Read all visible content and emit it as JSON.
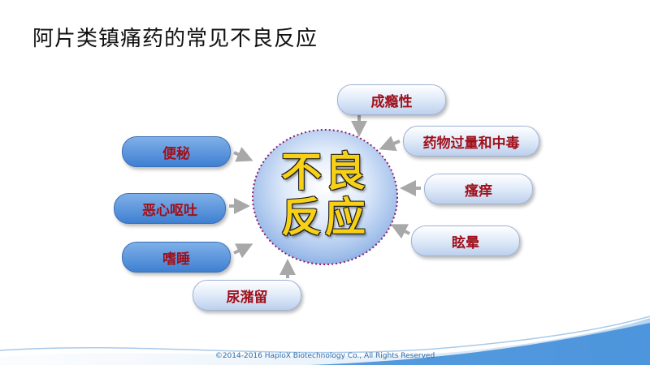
{
  "title": "阿片类镇痛药的常见不良反应",
  "center": {
    "line1": "不良",
    "line2": "反应"
  },
  "effects": {
    "addiction": "成瘾性",
    "overdose": "药物过量和中毒",
    "pruritus": "瘙痒",
    "dizziness": "眩晕",
    "urinary_retention": "尿潴留",
    "drowsiness": "嗜睡",
    "nausea_vomiting": "恶心呕吐",
    "constipation": "便秘"
  },
  "footer": "©2014-2016 HaploX Biotechnology Co., All Rights Reserved",
  "colors": {
    "pill_text": "#a0101a",
    "pill_dark": "#4a88d6",
    "pill_light": "#dce8f8",
    "center_text": "#f7d117",
    "center_border": "#8a1a6a",
    "arrow": "#a8a8a8",
    "footer": "#2d6aa8"
  }
}
